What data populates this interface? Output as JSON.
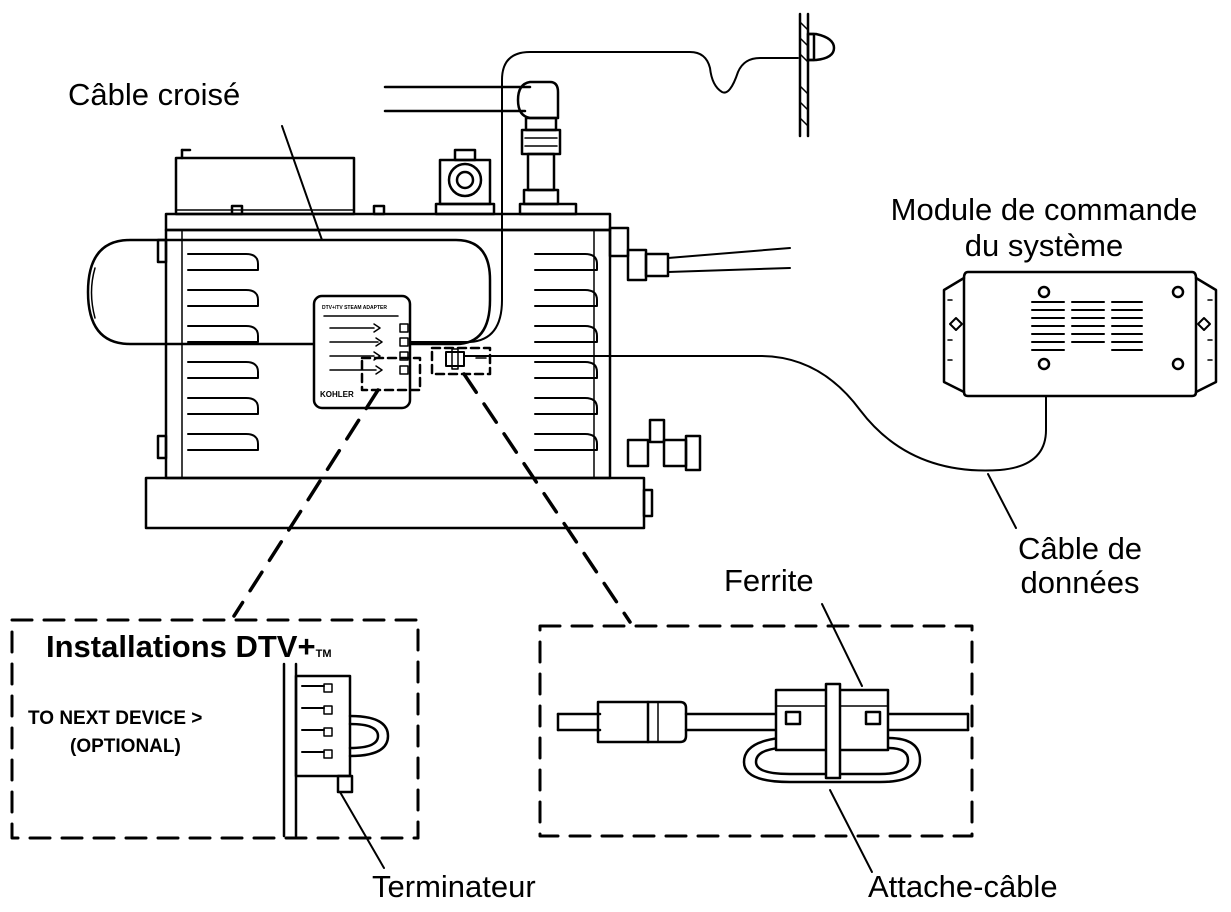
{
  "labels": {
    "crossover_cable": "Câble croisé",
    "control_module_line1": "Module de commande",
    "control_module_line2": "du système",
    "data_cable_line1": "Câble de",
    "data_cable_line2": "données",
    "ferrite": "Ferrite",
    "terminator": "Terminateur",
    "cable_tie": "Attache-câble"
  },
  "inset_left": {
    "title": "Installations DTV+",
    "tm": "TM",
    "line1": "TO NEXT DEVICE >",
    "line2": "(OPTIONAL)"
  },
  "adapter_panel": {
    "header": "DTV+/TV STEAM ADAPTER",
    "brand": "KOHLER"
  }
}
